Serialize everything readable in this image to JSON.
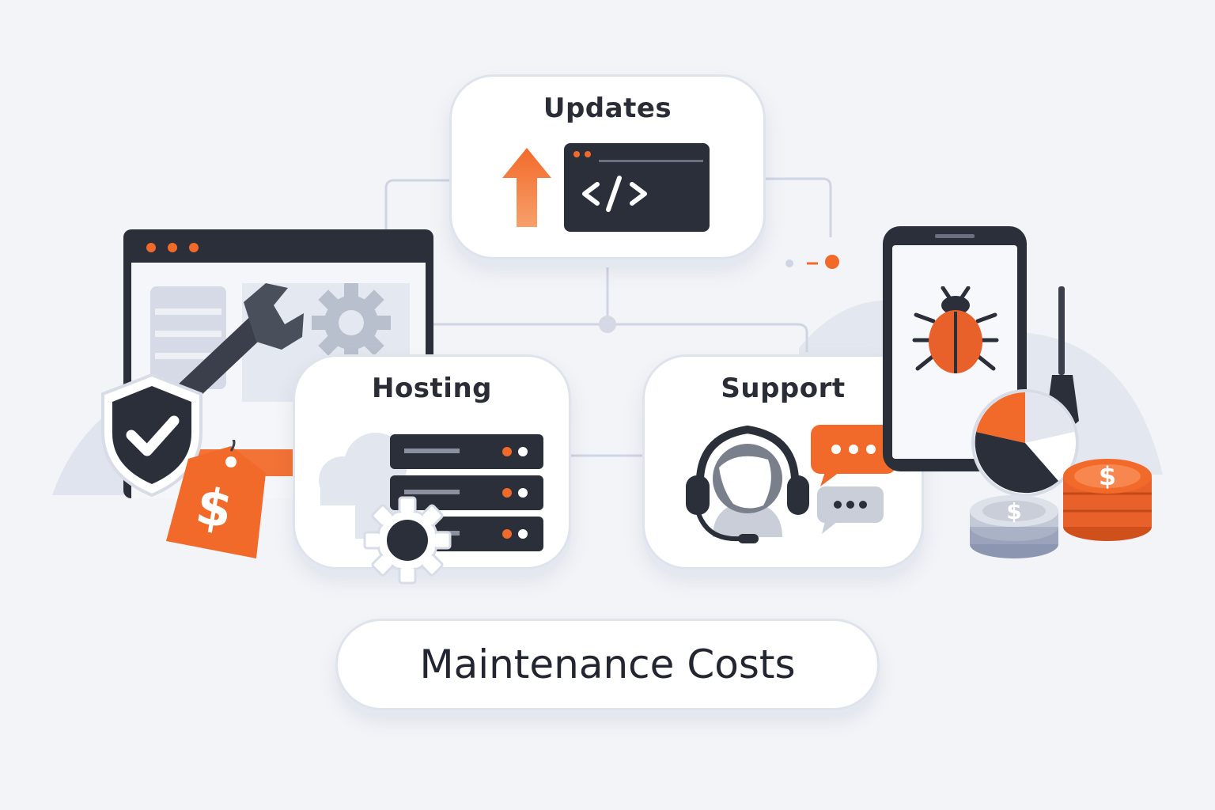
{
  "cards": {
    "updates": {
      "title": "Updates"
    },
    "hosting": {
      "title": "Hosting"
    },
    "support": {
      "title": "Support"
    }
  },
  "footer": {
    "label": "Maintenance Costs"
  },
  "icons": {
    "left_scene": [
      "browser-window-icon",
      "wrench-icon",
      "gear-icon",
      "shield-check-icon",
      "price-tag-dollar-icon"
    ],
    "updates": [
      "arrow-up-icon",
      "code-window-icon"
    ],
    "hosting": [
      "cloud-icon",
      "server-stack-icon",
      "gear-icon"
    ],
    "support": [
      "headset-agent-icon",
      "chat-bubble-icon",
      "chat-bubble-icon"
    ],
    "right_scene": [
      "smartphone-icon",
      "bug-icon",
      "screwdriver-icon",
      "pie-chart-icon",
      "coin-stack-icon"
    ]
  },
  "colors": {
    "accent": "#f26a2a",
    "dark": "#2b2f3a",
    "card_border": "#dfe3ec",
    "background": "#f2f4f8"
  }
}
